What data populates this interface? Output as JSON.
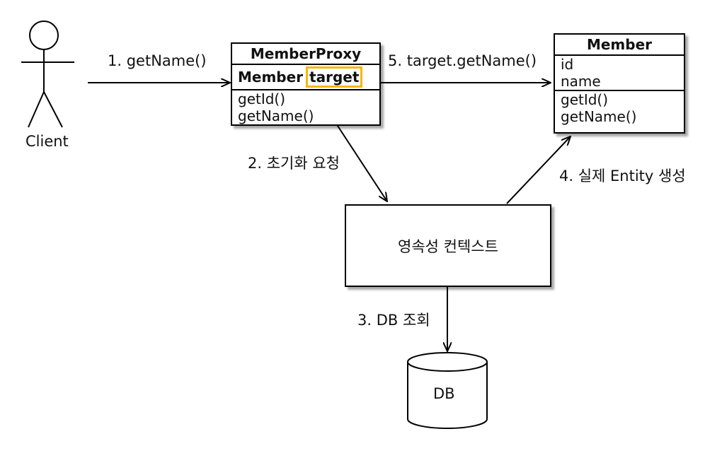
{
  "actor": {
    "label": "Client"
  },
  "member_proxy": {
    "title": "MemberProxy",
    "field_type": "Member",
    "field_name": "target",
    "methods": [
      "getId()",
      "getName()"
    ]
  },
  "member": {
    "title": "Member",
    "fields": [
      "id",
      "name"
    ],
    "methods": [
      "getId()",
      "getName()"
    ]
  },
  "persistence_context": {
    "label": "영속성 컨텍스트"
  },
  "db": {
    "label": "DB"
  },
  "steps": {
    "s1": "1. getName()",
    "s2": "2. 초기화 요청",
    "s3": "3. DB 조회",
    "s4": "4. 실제 Entity 생성",
    "s5": "5. target.getName()"
  },
  "colors": {
    "highlight": "#f5b800"
  }
}
